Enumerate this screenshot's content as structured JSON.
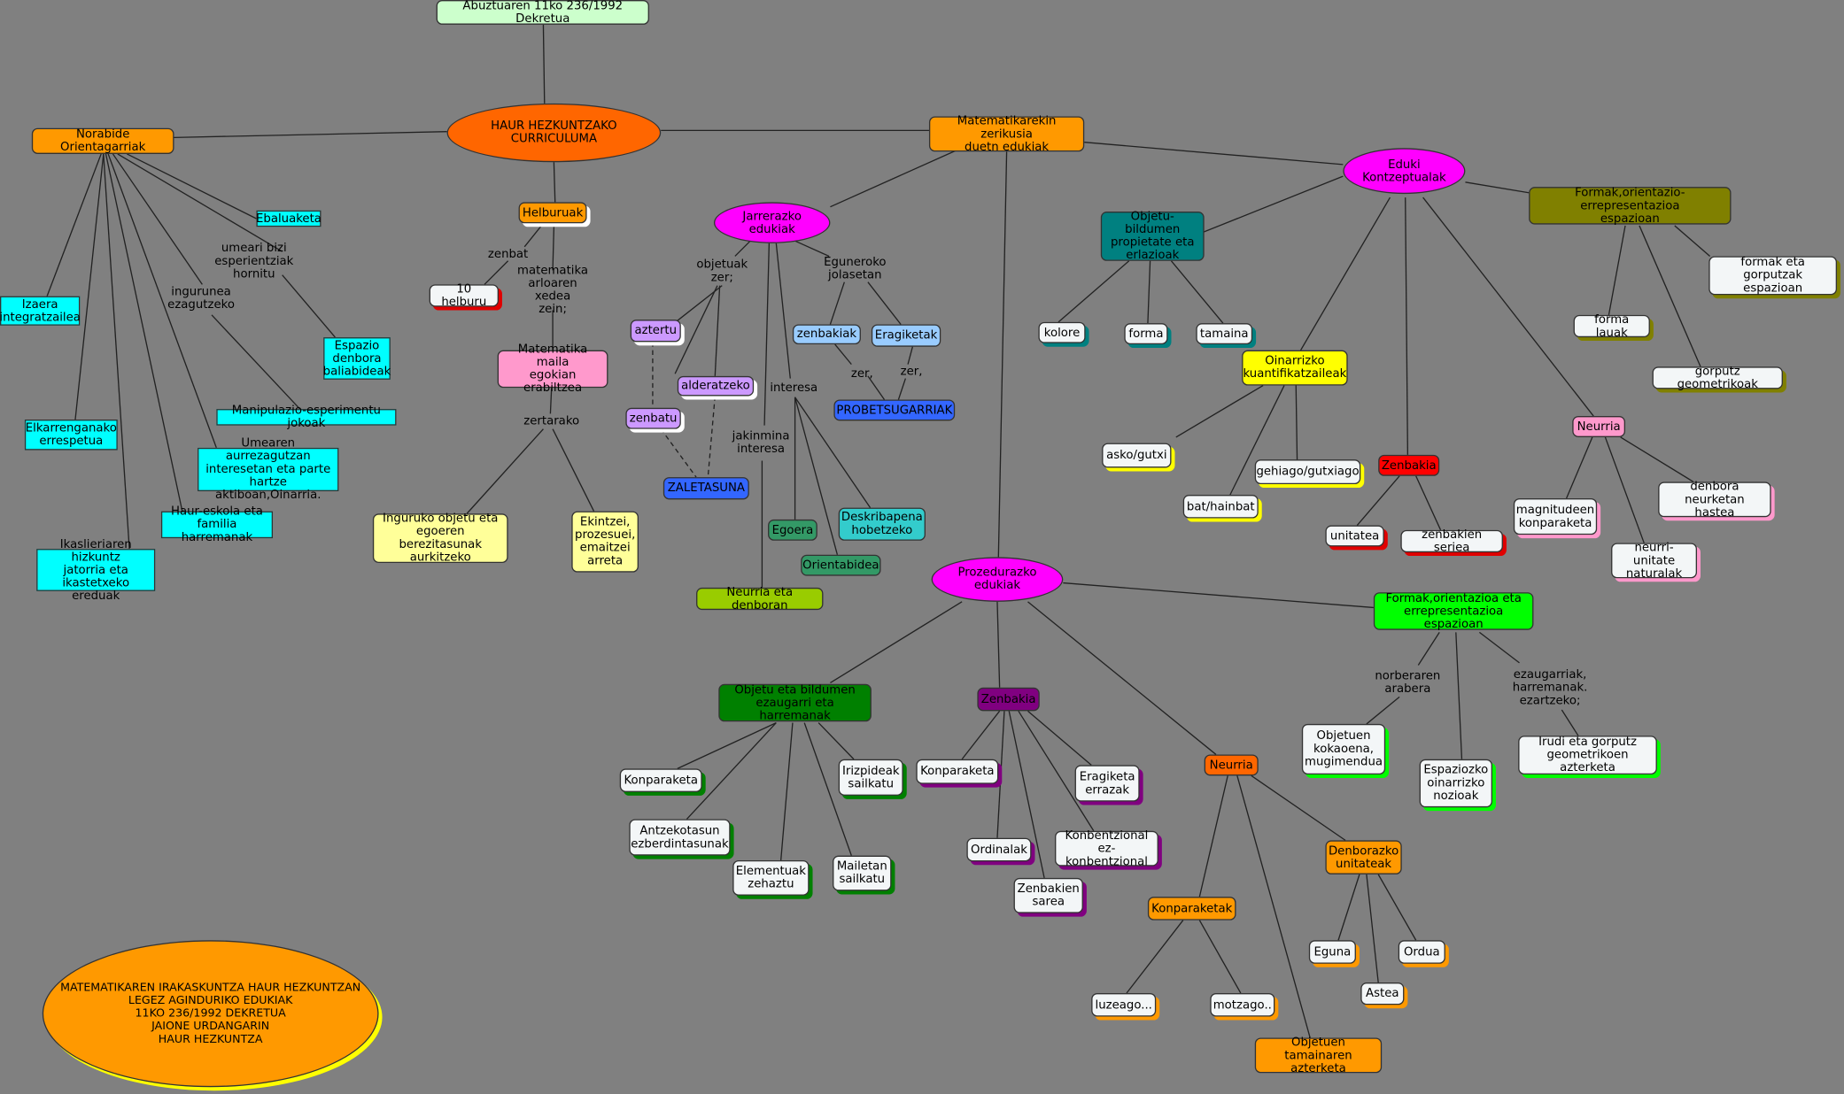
{
  "colors": {
    "background": "#808080",
    "orange": "#FF9900",
    "dark_orange": "#FF6600",
    "magenta": "#FF00FF",
    "cyan": "#00FFFF",
    "teal": "#008080",
    "olive": "#808000",
    "yellow": "#FFFF00",
    "light_yellow": "#FFFF99",
    "pink": "#FF99CC",
    "lilac": "#CC99FF",
    "light_blue": "#99CCFF",
    "blue": "#3366FF",
    "green": "#00FF00",
    "dark_green": "#008000",
    "purple": "#800080",
    "red": "#FF0000",
    "white": "#F3F6F7",
    "pale_green": "#CCFFCC"
  },
  "nodes": {
    "decree": "Abuztuaren 11ko 236/1992 Dekretua",
    "curriculum": "HAUR HEZKUNTZAKO CURRICULUMA",
    "guidelines": "Norabide Orientagarriak",
    "evaluation": "Ebaluaketa",
    "integrated": "Izaera\nintegratzailea",
    "space_time": "Espazio\ndenbora\nbaliabideak",
    "mutual_respect": "Elkarrenganako\nerrespetua",
    "manipulation": "Manipulazio-esperimentu jokoak",
    "prior_knowledge": "Umearen aurrezagutzan\ninteresetan eta parte\nhartze aktiboan,Oinarria.",
    "school_family": "Haur-eskola eta\nfamilia harremanak",
    "student_language": "Ikaslieriaren hizkuntz\njatorria eta\nikastetxeko ereduak",
    "objectives": "Helburuak",
    "ten_objectives": "10 helburu",
    "math_use": "Matematika maila\negokian erabiltzea",
    "environment_objects": "Inguruko objetu eta\negoeren berezitasunak\naurkitzeko",
    "actions": "Ekintzei,\nprozesuei,\nemaitzei\narreta",
    "math_contents": "Matematikarekin zerikusia\nduetn edukiak",
    "attitudinal": "Jarrerazko edukiak",
    "aztertu": "aztertu",
    "alderatzeko": "alderatzeko",
    "zenbatu": "zenbatu",
    "zaletasuna": "ZALETASUNA",
    "zenbakiak": "zenbakiak",
    "eragiketak": "Eragiketak",
    "probetsugarriak": "PROBETSUGARRIAK",
    "egoera": "Egoera",
    "deskribapena": "Deskribapena\nhobetzeko",
    "orientabidea": "Orientabidea",
    "measure_time": "Neurria eta denboran",
    "conceptual": "Eduki Kontzeptualak",
    "obj_properties": "Objetu-bildumen\npropietate eta\nerlazioak",
    "kolore": "kolore",
    "forma": "forma",
    "tamaina": "tamaina",
    "quantifiers": "Oinarrizko\nkuantifikatzaileak",
    "asko": "asko/gutxi",
    "gehiago": "gehiago/gutxiago",
    "bat": "bat/hainbat",
    "zenbakia_c": "Zenbakia",
    "unitatea": "unitatea",
    "zenbakien_seriea": "zenbakien seriea",
    "neurria_c": "Neurria",
    "magnitudes": "magnitudeen\nkonparaketa",
    "neurri_unitate": "neurri-unitate\nnaturalak",
    "time_measure": "denbora neurketan\nhastea",
    "shapes": "Formak,orientazio-errepresentazioa\nespazioan",
    "flat_shapes": "forma lauak",
    "bodies": "formak eta gorputzak\nespazioan",
    "geo_bodies": "gorputz geometrikoak",
    "procedural": "Prozedurazko edukiak",
    "obj_features": "Objetu eta bildumen\nezaugarri eta harremanak",
    "konparaketa_1": "Konparaketa",
    "irizpideak": "Irizpideak\nsailkatu",
    "antzekotasun": "Antzekotasun\nezberdintasunak",
    "elementuak": "Elementuak\nzehaztu",
    "mailetan": "Mailetan\nsailkatu",
    "zenbakia_p": "Zenbakia",
    "konparaketa_2": "Konparaketa",
    "eragiketa_errazak": "Eragiketa\nerrazak",
    "ordinalak": "Ordinalak",
    "konbentzional": "Konbentzional\nez-konbentzional",
    "zenbakien_sarea": "Zenbakien\nsarea",
    "neurria_p": "Neurria",
    "konparaketak": "Konparaketak",
    "denborazko": "Denborazko\nunitateak",
    "eguna": "Eguna",
    "ordua": "Ordua",
    "astea": "Astea",
    "luzeago": "luzeago...",
    "motzago": "motzago..",
    "objetuen_tamaina": "Objetuen tamainaren\nazterketa",
    "shapes_p": "Formak,orientazioa eta\nerrepresentazioa espazioan",
    "kokaoena": "Objetuen\nkokaoena,\nmugimendua",
    "espaziozko": "Espaziozko\noinarrizko\nnozioak",
    "irudi": "Irudi eta gorputz\ngeometrikoen azterketa",
    "summary": "MATEMATIKAREN IRAKASKUNTZA HAUR HEZKUNTZAN\nLEGEZ AGINDURIKO EDUKIAK\n11KO 236/1992 DEKRETUA\nJAIONE URDANGARIN\nHAUR HEZKUNTZA"
  },
  "labels": {
    "umeari": "umeari bizi esperientziak\nhornitu",
    "ingurunea": "ingurunea\nezagutzeko",
    "zenbat": "zenbat",
    "matematika_arloaren": "matematika\narloaren xedea\nzein;",
    "zertarako": "zertarako",
    "objetuak_zer": "objetuak\nzer;",
    "eguneroko": "Eguneroko\njolasetan",
    "zer_1": "zer,",
    "zer_2": "zer,",
    "interesa": "interesa",
    "jakinmina": "jakinmina\ninteresa",
    "norberaren": "norberaren\narabera",
    "ezaugarriak": "ezaugarriak,\nharremanak.\nezartzeko;"
  }
}
